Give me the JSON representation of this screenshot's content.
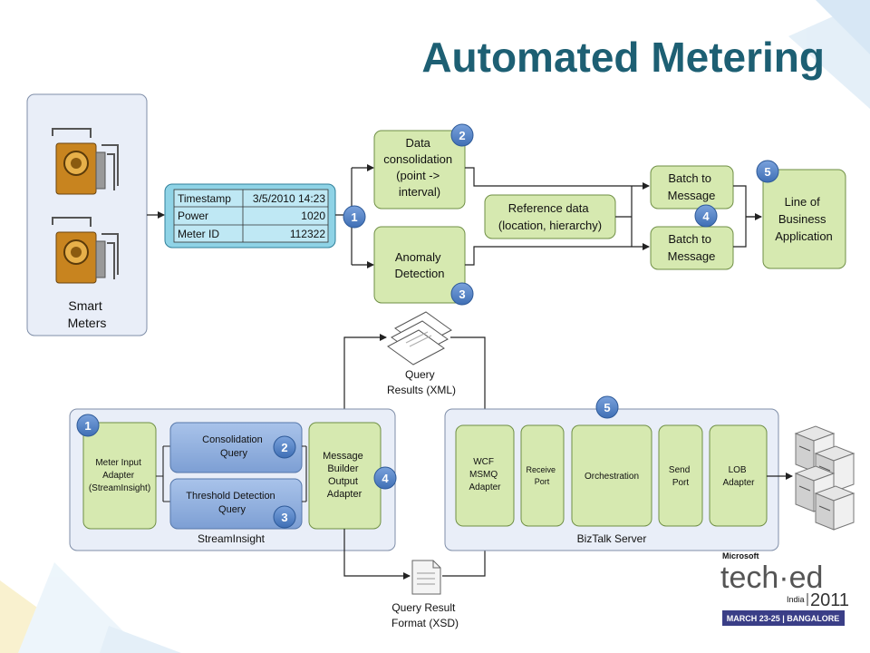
{
  "title": "Automated Metering",
  "colors": {
    "green": "#d6e9b0",
    "blue_box": "#8fb0de",
    "badge": "#4f7fc2",
    "panel": "#e9eef8",
    "title": "#1d5f73",
    "arrow": "#222222"
  },
  "top": {
    "meters_label": [
      "Smart",
      "Meters"
    ],
    "table": [
      {
        "key": "Timestamp",
        "value": "3/5/2010 14:23"
      },
      {
        "key": "Power",
        "value": "1020"
      },
      {
        "key": "Meter ID",
        "value": "112322"
      }
    ],
    "consolidation": [
      "Data",
      "consolidation",
      "(point ->",
      "interval)"
    ],
    "anomaly": [
      "Anomaly",
      "Detection"
    ],
    "reference": [
      "Reference data",
      "(location, hierarchy)"
    ],
    "batch1": [
      "Batch to",
      "Message"
    ],
    "batch2": [
      "Batch to",
      "Message"
    ],
    "lob": [
      "Line of",
      "Business",
      "Application"
    ],
    "badges": {
      "table": "1",
      "consolidation": "2",
      "anomaly": "3",
      "batch": "4",
      "lob": "5"
    }
  },
  "bottom": {
    "query_results": [
      "Query",
      "Results (XML)"
    ],
    "query_format": [
      "Query Result",
      "Format (XSD)"
    ],
    "streaminsight_label": "StreamInsight",
    "meter_input": [
      "Meter Input",
      "Adapter",
      "(StreamInsight)"
    ],
    "consolidation_query": [
      "Consolidation",
      "Query"
    ],
    "threshold_query": [
      "Threshold Detection",
      "Query"
    ],
    "message_builder": [
      "Message",
      "Builder",
      "Output",
      "Adapter"
    ],
    "biztalk_label": "BizTalk Server",
    "wcf": [
      "WCF",
      "MSMQ",
      "Adapter"
    ],
    "receive_port": [
      "Receive",
      "Port"
    ],
    "orchestration": "Orchestration",
    "send_port": [
      "Send",
      "Port"
    ],
    "lob_adapter": [
      "LOB",
      "Adapter"
    ],
    "badges": {
      "meter_input": "1",
      "consolidation": "2",
      "threshold": "3",
      "builder": "4",
      "biztalk": "5"
    }
  },
  "logo": {
    "microsoft": "Microsoft",
    "teched": "tech·ed",
    "india": "India",
    "year": "2011",
    "event": "MARCH 23-25 | BANGALORE"
  }
}
